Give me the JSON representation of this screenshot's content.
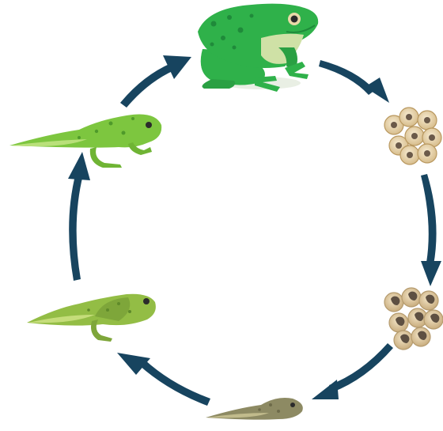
{
  "diagram": {
    "kind": "cycle",
    "stages": [
      {
        "id": "adult-frog",
        "icon": "frog-icon"
      },
      {
        "id": "frog-eggs",
        "icon": "frog-eggs-icon"
      },
      {
        "id": "developing-eggs",
        "icon": "developing-eggs-icon"
      },
      {
        "id": "tadpole",
        "icon": "tadpole-icon"
      },
      {
        "id": "tadpole-with-legs",
        "icon": "tadpole-with-legs-icon"
      },
      {
        "id": "froglet",
        "icon": "froglet-icon"
      }
    ],
    "arrow_direction": "clockwise",
    "colors": {
      "arrow": "#17445f",
      "frog_green": "#2fb14a",
      "frog_dark": "#1f8a3a",
      "frog_belly": "#cfe1a6",
      "egg_jelly": "#e8d6b0",
      "egg_dark": "#6b5a4a",
      "tadpole_brown": "#8d8a63",
      "tadpole_green": "#93bd45",
      "froglet_green": "#7dc63f"
    }
  }
}
